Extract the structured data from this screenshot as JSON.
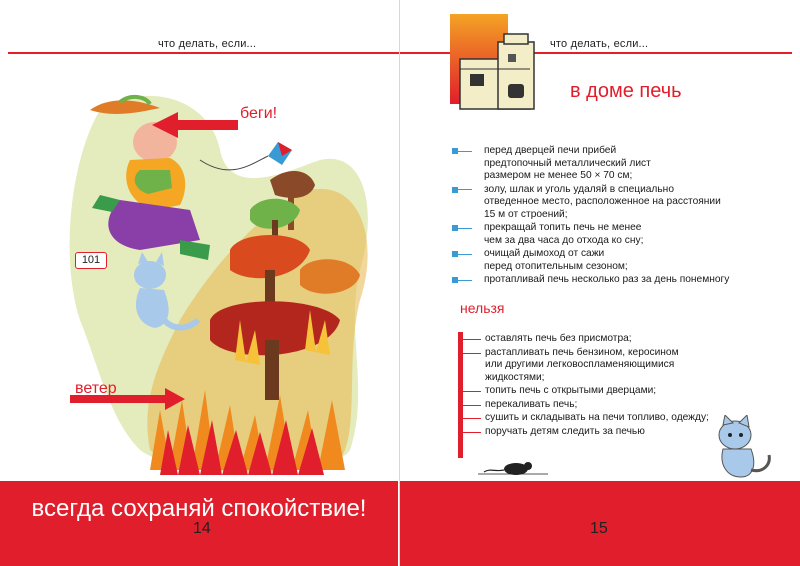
{
  "spread": {
    "left_page": {
      "running_head": "что делать, если...",
      "callout_run": "беги!",
      "callout_wind": "ветер",
      "phone_number": "101",
      "slogan": "всегда сохраняй спокойствие!",
      "page_number": "14"
    },
    "right_page": {
      "running_head": "что делать, если...",
      "title": "в доме печь",
      "do_items": [
        "перед дверцей печи прибей\nпредтопочный металлический лист\nразмером не менее 50 × 70 см;",
        "золу, шлак и уголь удаляй в специально\nотведенное место, расположенное на расстоянии\n15 м от строений;",
        "прекращай топить печь не менее\nчем за два часа до отхода ко сну;",
        "очищай дымоход от сажи\nперед отопительным сезоном;",
        "протапливай печь несколько раз за день понемногу"
      ],
      "forbid_title": "нельзя",
      "forbid_items": [
        "оставлять печь без присмотра;",
        "растапливать печь бензином, керосином\nили другими легковоспламеняющимися\nжидкостями;",
        "топить печь с открытыми дверцами;",
        "перекаливать печь;",
        "сушить и складывать на печи топливо, одежду;",
        "поручать детям следить за печью"
      ],
      "page_number": "15"
    }
  },
  "colors": {
    "accent_red": "#e11e2b",
    "bullet_blue": "#3a9bd4",
    "footer_band": "#e11e2b"
  },
  "icons": [
    "stove-icon",
    "running-man-icon",
    "cat-icon",
    "mouse-icon",
    "kite-icon",
    "fire-icon",
    "tree-icon",
    "arrow-icon"
  ]
}
